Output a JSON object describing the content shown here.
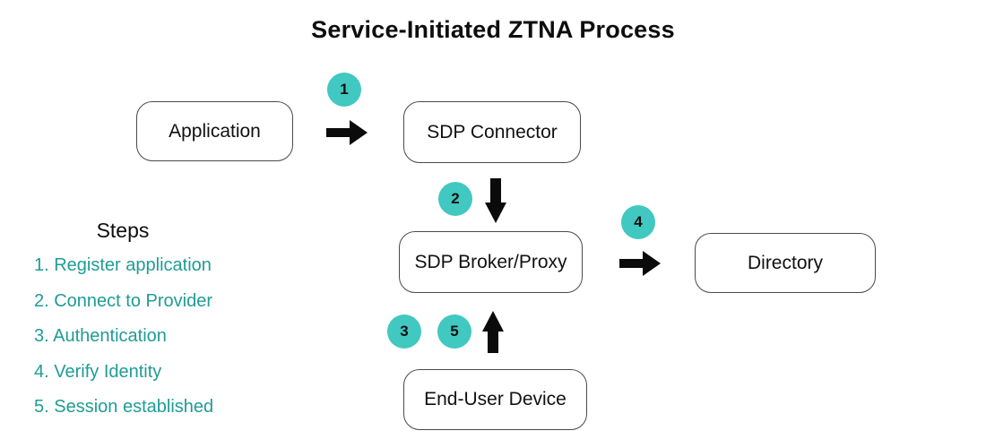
{
  "title": "Service-Initiated ZTNA Process",
  "colors": {
    "badge_teal": "#41C8C0",
    "steps_text_teal": "#1F9C95",
    "arrow_black": "#0b0b0b",
    "node_border": "#4a4a4a"
  },
  "nodes": [
    {
      "id": "application",
      "label": "Application"
    },
    {
      "id": "sdp-connector",
      "label": "SDP Connector"
    },
    {
      "id": "sdp-broker-proxy",
      "label": "SDP Broker/Proxy"
    },
    {
      "id": "directory",
      "label": "Directory"
    },
    {
      "id": "end-user-device",
      "label": "End-User Device"
    }
  ],
  "badges": [
    "1",
    "2",
    "3",
    "4",
    "5"
  ],
  "icons": {
    "arrow_right": "block-arrow-right",
    "arrow_down": "block-arrow-down",
    "arrow_up": "block-arrow-up"
  },
  "steps": {
    "heading": "Steps",
    "items": [
      "1. Register application",
      "2. Connect to Provider",
      "3. Authentication",
      "4. Verify Identity",
      "5. Session established"
    ]
  }
}
